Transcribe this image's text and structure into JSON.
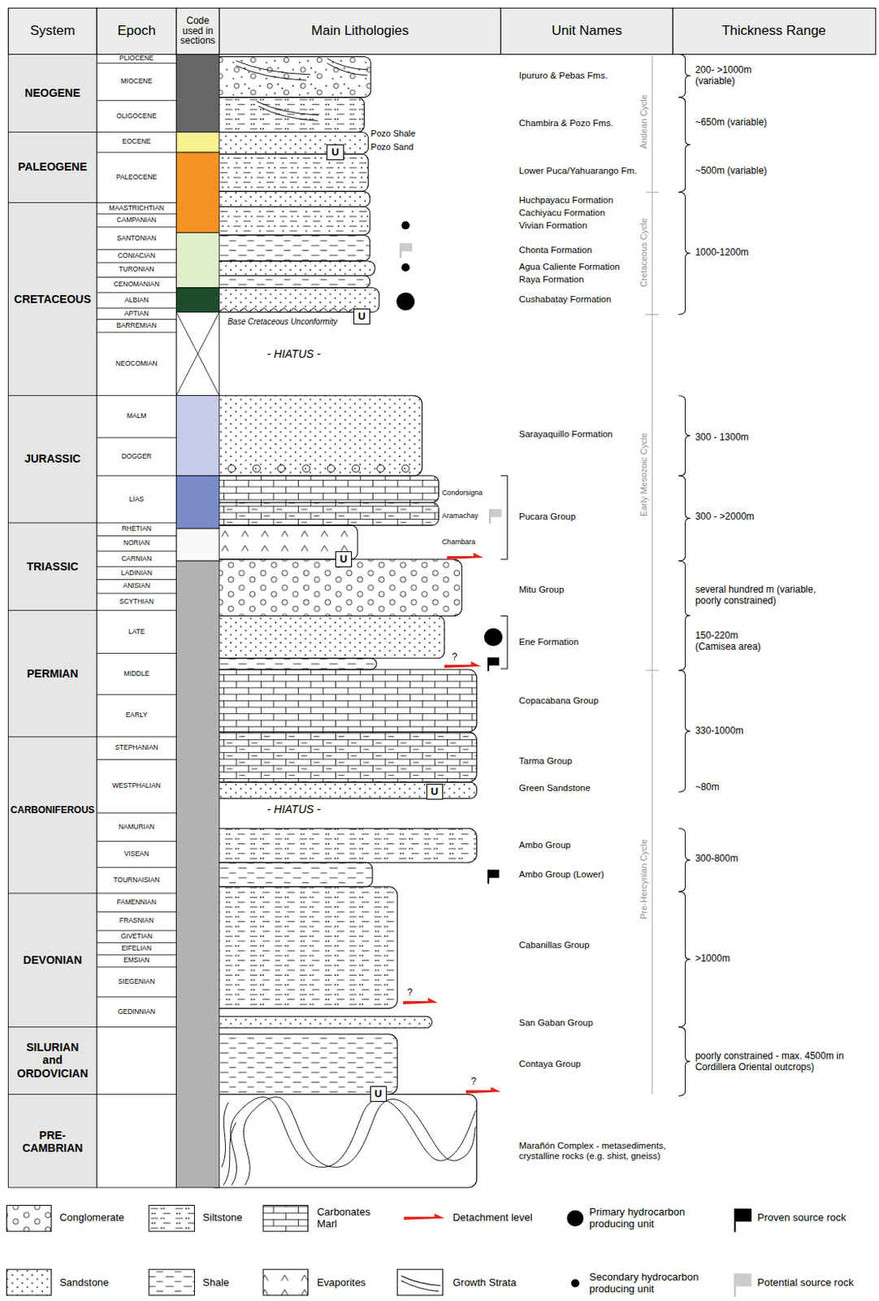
{
  "diagram": {
    "nodes": [
      {
        "text": [
          "U"
        ]
      },
      {
        "text": [
          "U"
        ]
      },
      {
        "text": [
          "U"
        ]
      },
      {
        "text": [
          "U"
        ]
      },
      {
        "text": [
          "U"
        ]
      }
    ],
    "labels": [
      "System",
      "Epoch",
      "Code used in sections",
      "Main Lithologies",
      "Unit Names",
      "Thickness Range",
      "NEOGENE",
      "PALEOGENE",
      "CRETACEOUS",
      "JURASSIC",
      "TRIASSIC",
      "PERMIAN",
      "CARBONIFEROUS",
      "DEVONIAN",
      "SILURIAN and ORDOVICIAN",
      "PRE-CAMBRIAN",
      "PLIOCENE",
      "MIOCENE",
      "OLIGOCENE",
      "EOCENE",
      "PALEOCENE",
      "MAASTRICHTIAN",
      "CAMPANIAN",
      "SANTONIAN",
      "CONIACIAN",
      "TURONIAN",
      "CENOMANIAN",
      "ALBIAN",
      "APTIAN",
      "BARREMIAN",
      "NEOCOMIAN",
      "MALM",
      "DOGGER",
      "LIAS",
      "RHETIAN",
      "NORIAN",
      "CARNIAN",
      "LADINIAN",
      "ANISIAN",
      "SCYTHIAN",
      "LATE",
      "MIDDLE",
      "EARLY",
      "STEPHANIAN",
      "WESTPHALIAN",
      "NAMURIAN",
      "VISEAN",
      "TOURNAISIAN",
      "FAMENNIAN",
      "FRASNIAN",
      "GIVETIAN",
      "EIFELIAN",
      "EMSIAN",
      "SIEGENIAN",
      "GEDINNIAN",
      "Pozo Shale",
      "Pozo Sand",
      "Base Cretaceous Unconformity",
      "- HIATUS -",
      "Condorsigna",
      "Aramachay",
      "Chambara",
      "- HIATUS -",
      "?",
      "?",
      "?",
      "Ipururo & Pebas Fms.",
      "Chambira & Pozo Fms.",
      "Lower Puca/Yahuarango Fm.",
      "Huchpayacu Formation",
      "Cachiyacu Formation",
      "Vivian Formation",
      "Chonta Formation",
      "Agua Caliente Formation",
      "Raya Formation",
      "Cushabatay Formation",
      "Sarayaquillo Formation",
      "Pucara Group",
      "Mitu Group",
      "Ene Formation",
      "Copacabana Group",
      "Tarma Group",
      "Green Sandstone",
      "Ambo Group",
      "Ambo Group (Lower)",
      "Cabanillas Group",
      "San Gaban Group",
      "Contaya Group",
      "Marañón Complex - metasediments, crystalline rocks (e.g. shist, gneiss)",
      "200- >1000m (variable)",
      "~650m (variable)",
      "~500m (variable)",
      "1000-1200m",
      "300 - 1300m",
      "300 - >2000m",
      "several hundred m (variable, poorly constrained)",
      "150-220m (Camisea area)",
      "330-1000m",
      "~80m",
      "300-800m",
      ">1000m",
      "poorly constrained - max. 4500m in Cordillera Oriental outcrops)",
      "Andean Cycle",
      "Cretaceous Cycle",
      "Early Mesozoic Cycle",
      "Pre-Hercynian Cycle"
    ],
    "legend": [
      {
        "text": "Conglomerate"
      },
      {
        "text": "Siltstone"
      },
      {
        "text": "Carbonates Marl"
      },
      {
        "text": "Detachment level"
      },
      {
        "text": "Primary hydrocarbon producing unit"
      },
      {
        "text": "Proven source rock"
      },
      {
        "text": "Sandstone"
      },
      {
        "text": "Shale"
      },
      {
        "text": "Evaporites"
      },
      {
        "text": "Growth Strata"
      },
      {
        "text": "Secondary hydrocarbon producing unit"
      },
      {
        "text": "Potential source rock"
      }
    ]
  }
}
